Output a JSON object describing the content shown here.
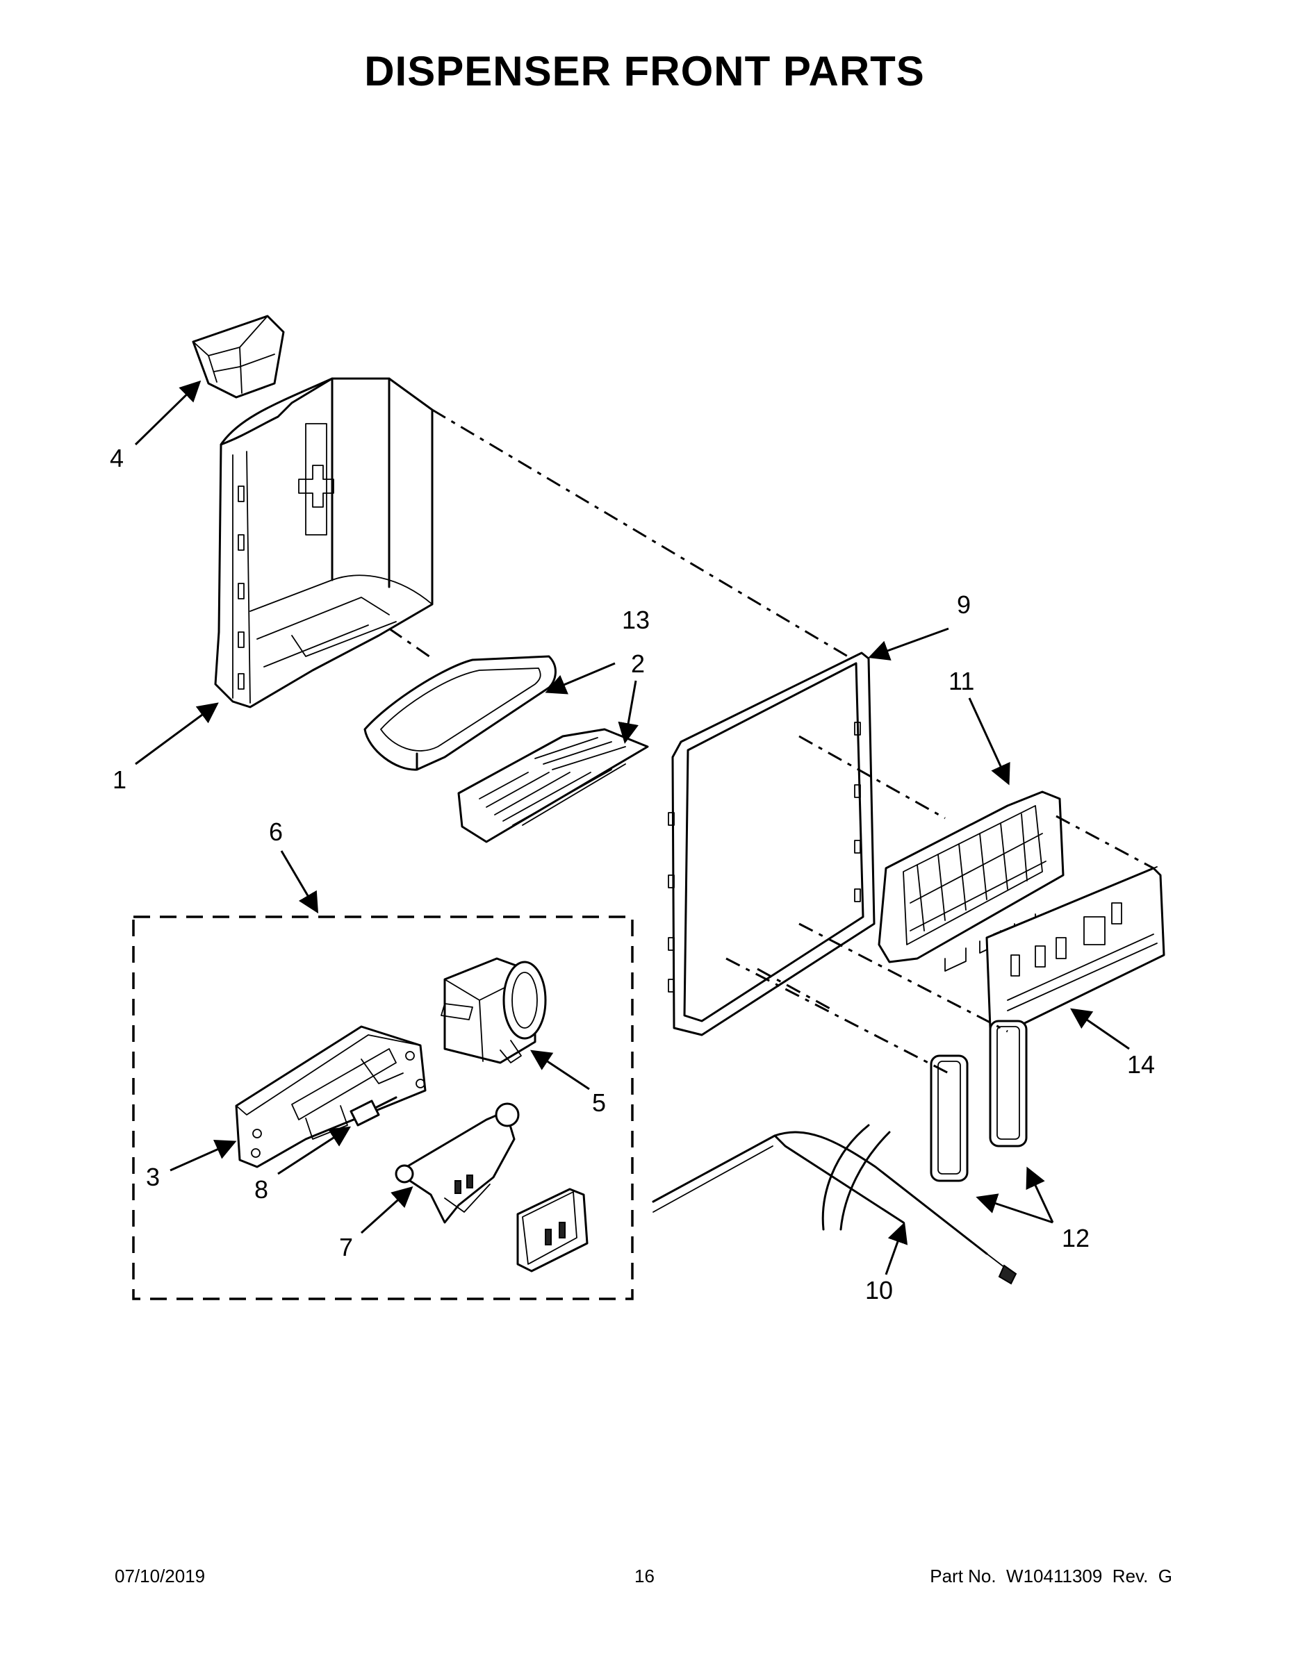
{
  "title": "DISPENSER FRONT PARTS",
  "callouts": {
    "c1": "1",
    "c2": "2",
    "c3": "3",
    "c4": "4",
    "c5": "5",
    "c6": "6",
    "c7": "7",
    "c8": "8",
    "c9": "9",
    "c10": "10",
    "c11": "11",
    "c12": "12",
    "c13": "13",
    "c14": "14"
  },
  "footer": {
    "date": "07/10/2019",
    "page": "16",
    "part_number": "Part No.  W10411309  Rev.  G"
  }
}
